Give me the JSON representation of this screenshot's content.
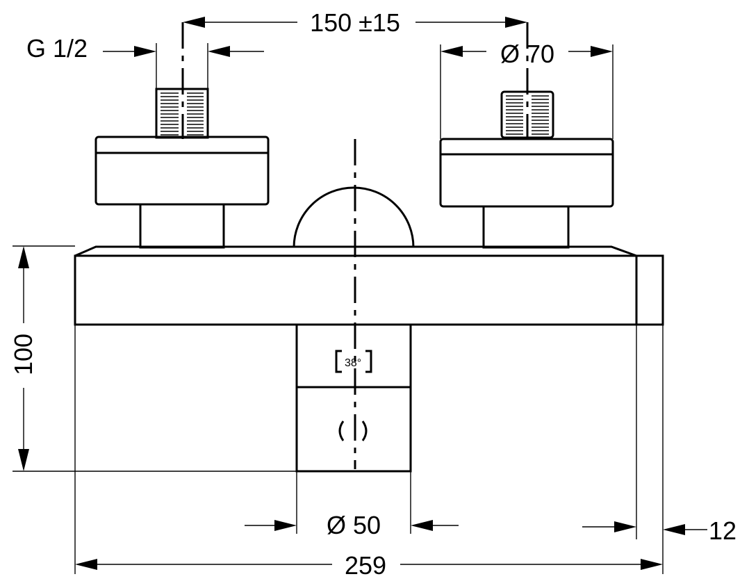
{
  "dimensions": {
    "inlet_spacing": "150 ±15",
    "thread": "G 1/2",
    "handle_diameter": "Ø 70",
    "height": "100",
    "body_diameter": "Ø 50",
    "total_width": "259",
    "wall_plate_depth": "12"
  },
  "markings": {
    "temperature": "38°",
    "flow_symbol": "( )"
  }
}
